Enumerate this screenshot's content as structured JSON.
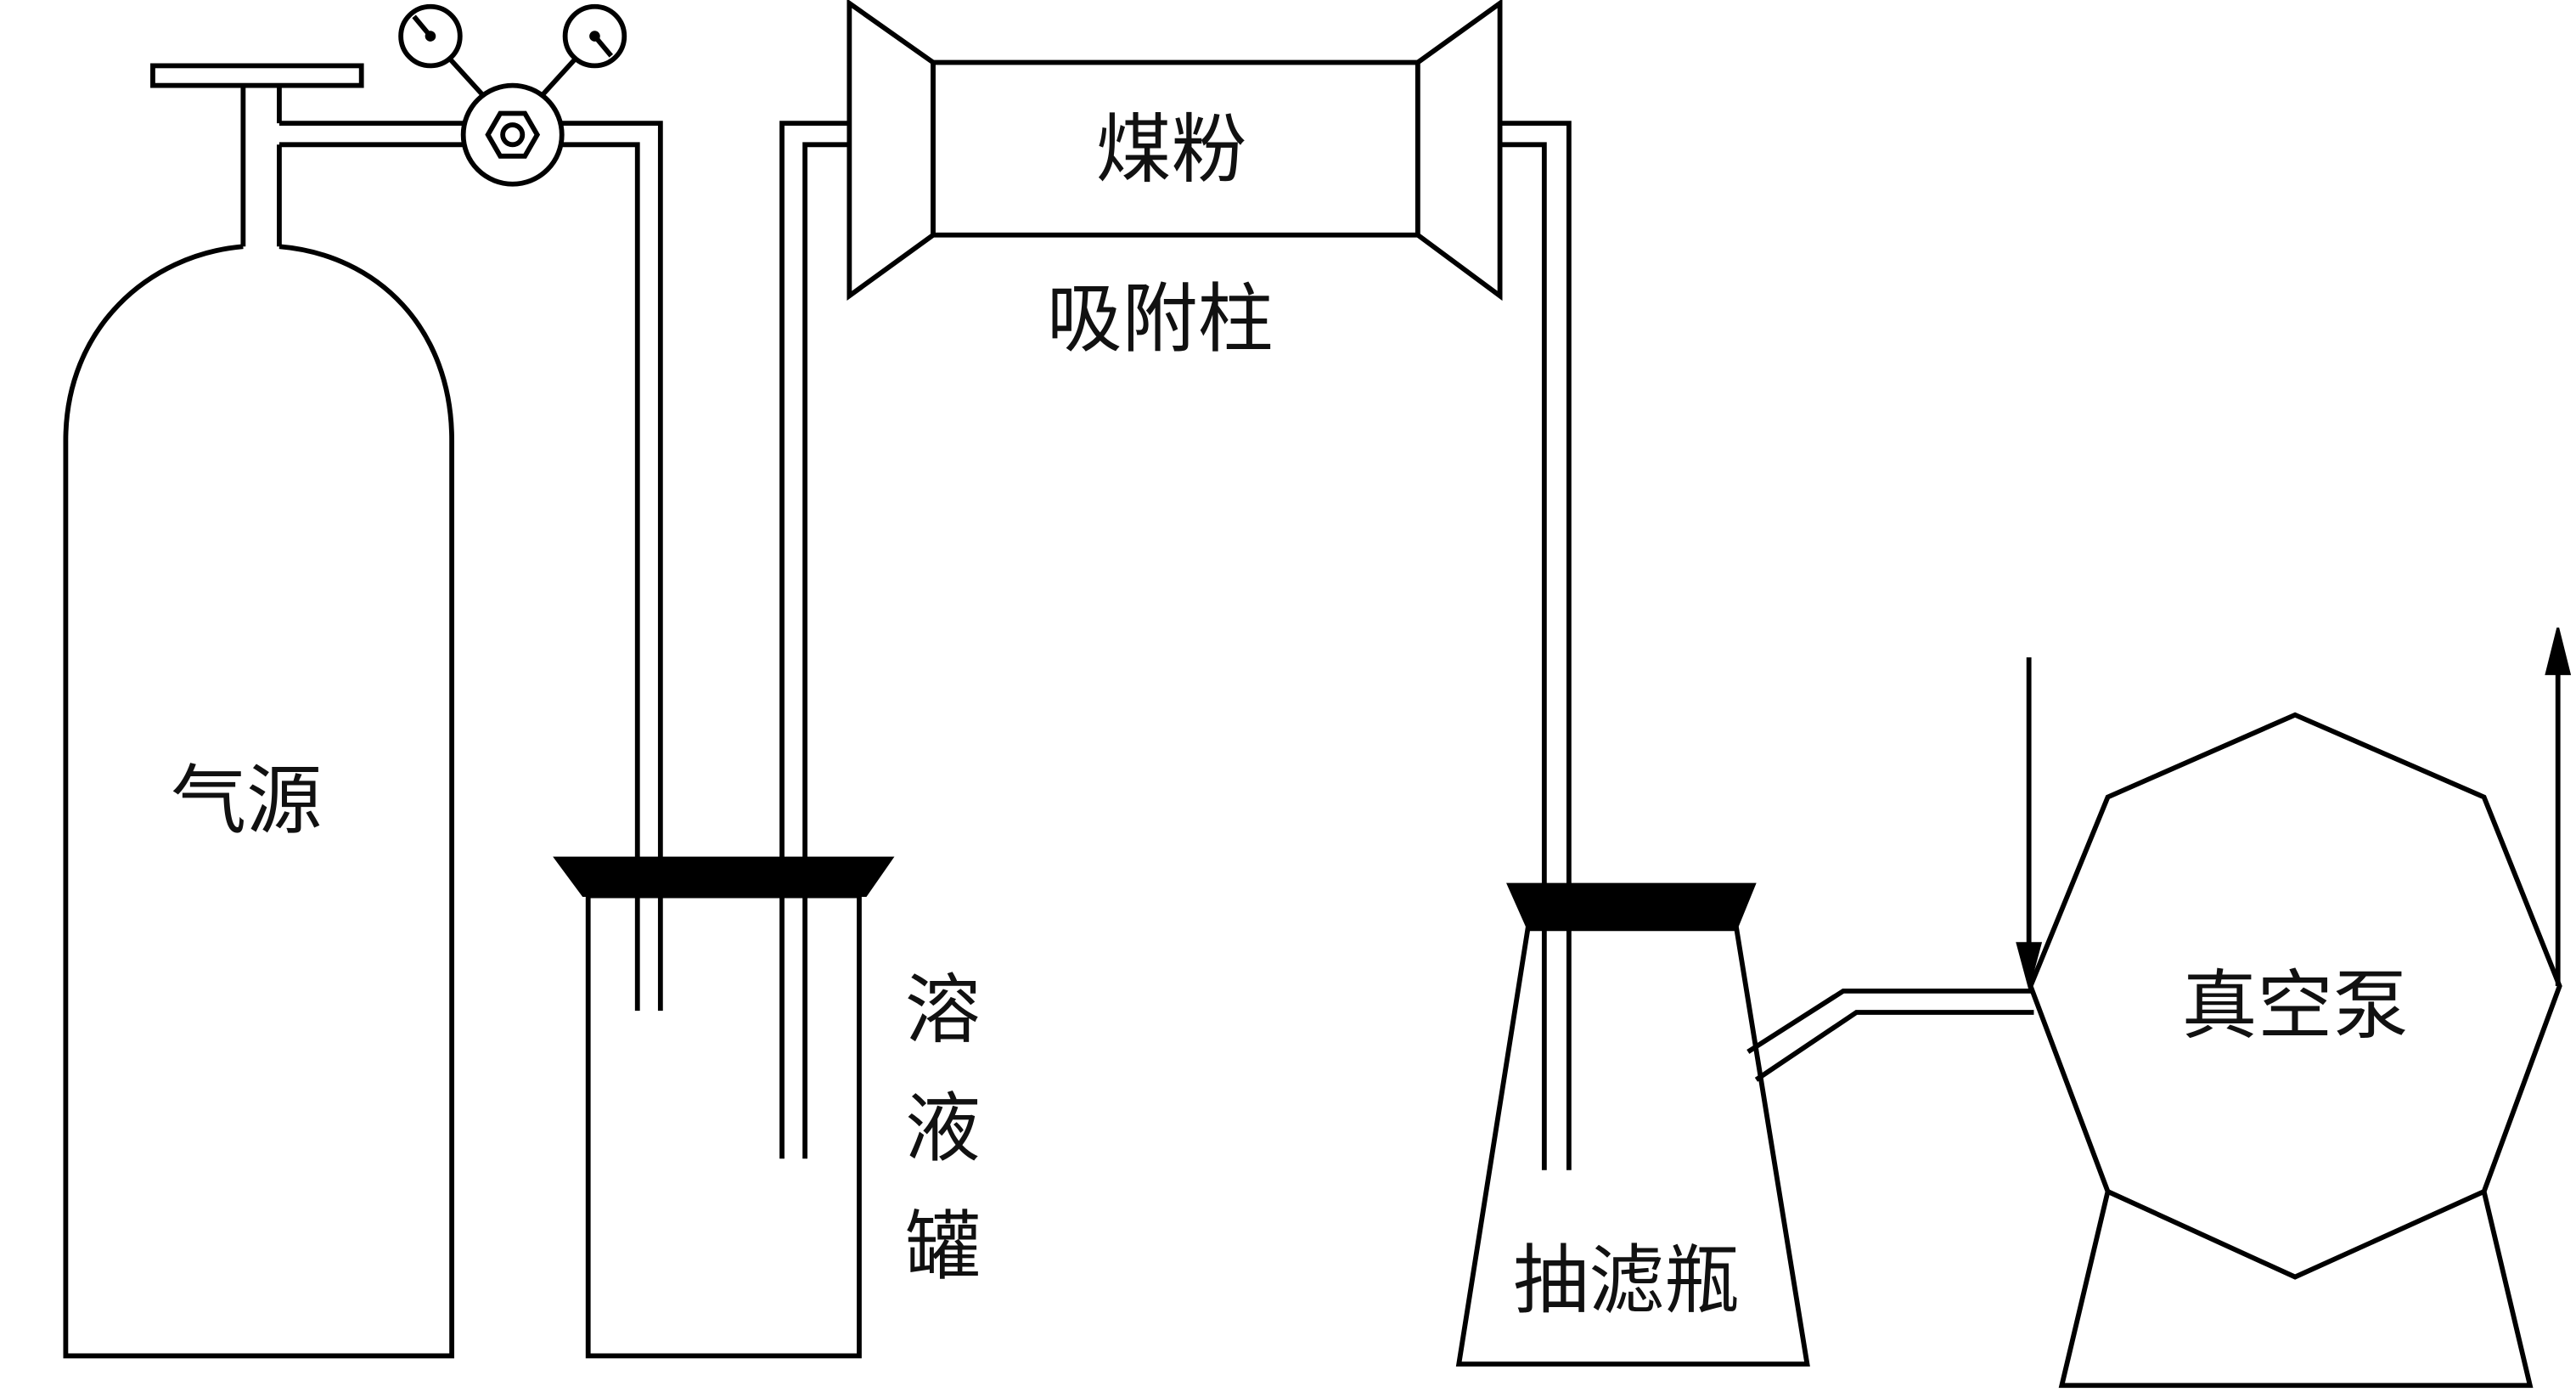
{
  "labels": {
    "gas_source": "气源",
    "solution_tank": "溶液罐",
    "coal_powder": "煤粉",
    "adsorption_column": "吸附柱",
    "filter_flask": "抽滤瓶",
    "vacuum_pump": "真空泵"
  }
}
